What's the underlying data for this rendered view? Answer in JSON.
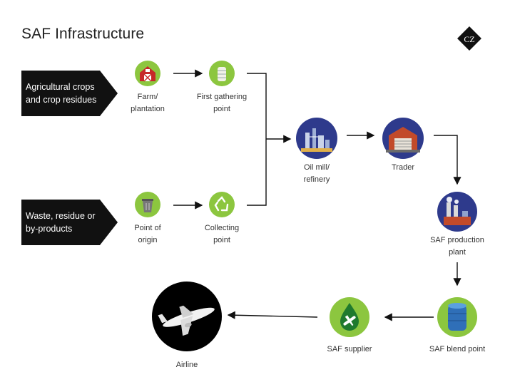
{
  "title": "SAF Infrastructure",
  "logo_text": "CZ",
  "categories": [
    {
      "label": "Agricultural crops\nand crop residues"
    },
    {
      "label": "Waste, residue or\nby-products"
    }
  ],
  "nodes": {
    "farm": {
      "label": "Farm/\nplantation",
      "icon": "barn-icon"
    },
    "first_gathering": {
      "label": "First gathering\npoint",
      "icon": "silo-icon"
    },
    "point_of_origin": {
      "label": "Point of\norigin",
      "icon": "trash-bin-icon"
    },
    "collecting": {
      "label": "Collecting\npoint",
      "icon": "recycle-icon"
    },
    "oil_mill": {
      "label": "Oil mill/\nrefinery",
      "icon": "refinery-icon"
    },
    "trader": {
      "label": "Trader",
      "icon": "warehouse-icon"
    },
    "saf_production": {
      "label": "SAF production\nplant",
      "icon": "factory-icon"
    },
    "saf_blend": {
      "label": "SAF blend point",
      "icon": "storage-tank-icon"
    },
    "saf_supplier": {
      "label": "SAF supplier",
      "icon": "fuel-drop-plane-icon"
    },
    "airline": {
      "label": "Airline",
      "icon": "airplane-icon"
    }
  },
  "colors": {
    "green": "#8cc63f",
    "blue": "#2e3a8c",
    "black": "#111111"
  }
}
